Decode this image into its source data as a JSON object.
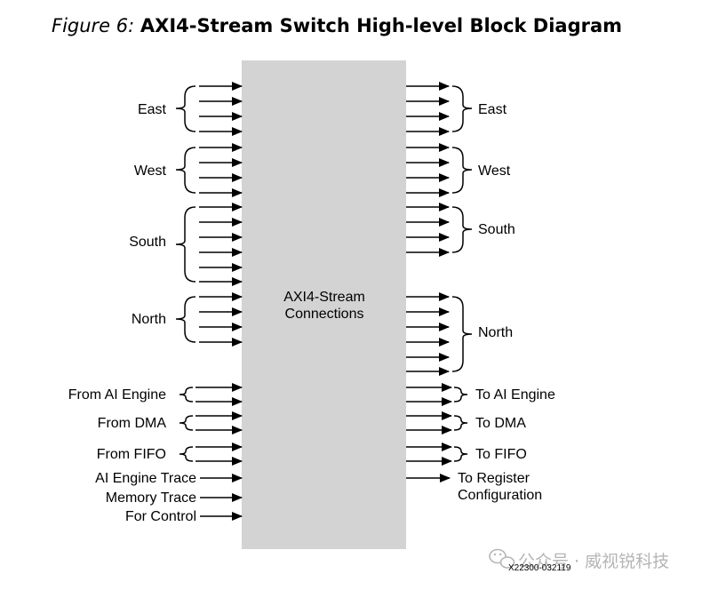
{
  "figure": {
    "label": "Figure 6:",
    "title": "AXI4-Stream Switch High-level Block Diagram"
  },
  "center_block": {
    "line1": "AXI4-Stream",
    "line2": "Connections"
  },
  "left_groups": [
    {
      "label": "East",
      "ports": 4
    },
    {
      "label": "West",
      "ports": 4
    },
    {
      "label": "South",
      "ports": 6
    },
    {
      "label": "North",
      "ports": 4
    },
    {
      "label": "From AI Engine",
      "ports": 2
    },
    {
      "label": "From DMA",
      "ports": 2
    },
    {
      "label": "From FIFO",
      "ports": 2
    },
    {
      "label": "AI Engine Trace",
      "ports": 1
    },
    {
      "label": "Memory Trace",
      "ports": 1
    },
    {
      "label": "For Control",
      "ports": 1
    }
  ],
  "right_groups": [
    {
      "label": "East",
      "ports": 4
    },
    {
      "label": "West",
      "ports": 4
    },
    {
      "label": "South",
      "ports": 4
    },
    {
      "label": "North",
      "ports": 6
    },
    {
      "label": "To AI Engine",
      "ports": 2
    },
    {
      "label": "To DMA",
      "ports": 2
    },
    {
      "label": "To FIFO",
      "ports": 2
    },
    {
      "label_line1": "To Register",
      "label_line2": "Configuration",
      "ports": 1
    }
  ],
  "figure_code": "X22300-032119",
  "watermark": "公众号 · 威视锐科技",
  "colors": {
    "block_fill": "#d3d3d3",
    "line": "#000000",
    "watermark": "#b5b5b5"
  }
}
